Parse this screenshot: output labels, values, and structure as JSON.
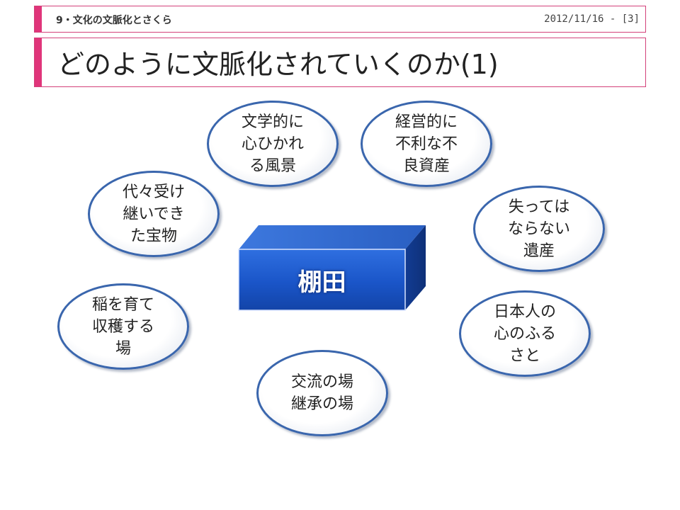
{
  "header": {
    "section": "9・文化の文脈化とさくら",
    "date": "2012/11/16 - [3]"
  },
  "title": "どのように文脈化されていくのか(1)",
  "center_box": {
    "label": "棚田"
  },
  "bubbles": [
    {
      "label": "文学的に\n心ひかれ\nる風景"
    },
    {
      "label": "経営的に\n不利な不\n良資産"
    },
    {
      "label": "代々受け\n継いでき\nた宝物"
    },
    {
      "label": "失っては\nならない\n遺産"
    },
    {
      "label": "稲を育て\n収穫する\n場"
    },
    {
      "label": "日本人の\n心のふる\nさと"
    },
    {
      "label": "交流の場\n継承の場"
    }
  ],
  "colors": {
    "accent": "#e0357a",
    "box_front": "#1a55c8",
    "bubble_border": "#3a66ad"
  }
}
